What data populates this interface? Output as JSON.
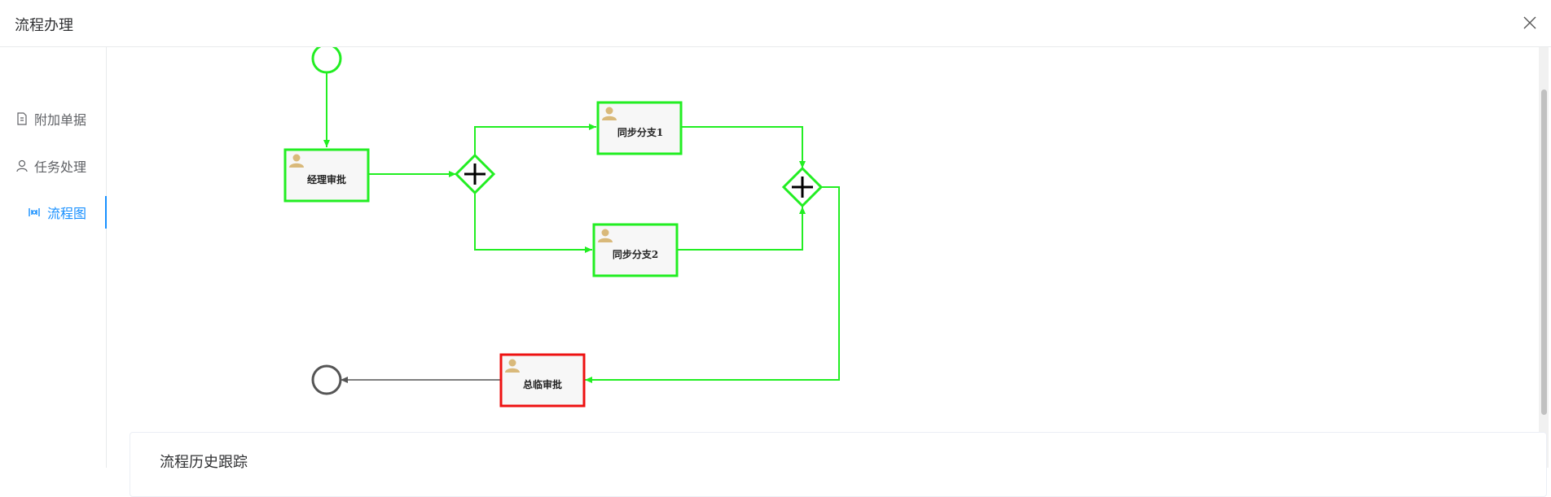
{
  "header": {
    "title": "流程办理"
  },
  "sidebar": {
    "items": [
      {
        "label": "附加单据",
        "icon": "document-icon"
      },
      {
        "label": "任务处理",
        "icon": "user-icon"
      },
      {
        "label": "流程图",
        "icon": "flow-icon",
        "active": true
      }
    ]
  },
  "diagram": {
    "nodes": {
      "manager": "经理审批",
      "branch1": "同步分支1",
      "branch2": "同步分支2",
      "gm": "总临审批"
    },
    "colors": {
      "completed": "#22ee22",
      "current": "#ee1111",
      "pending": "#555555"
    }
  },
  "history": {
    "title": "流程历史跟踪"
  }
}
